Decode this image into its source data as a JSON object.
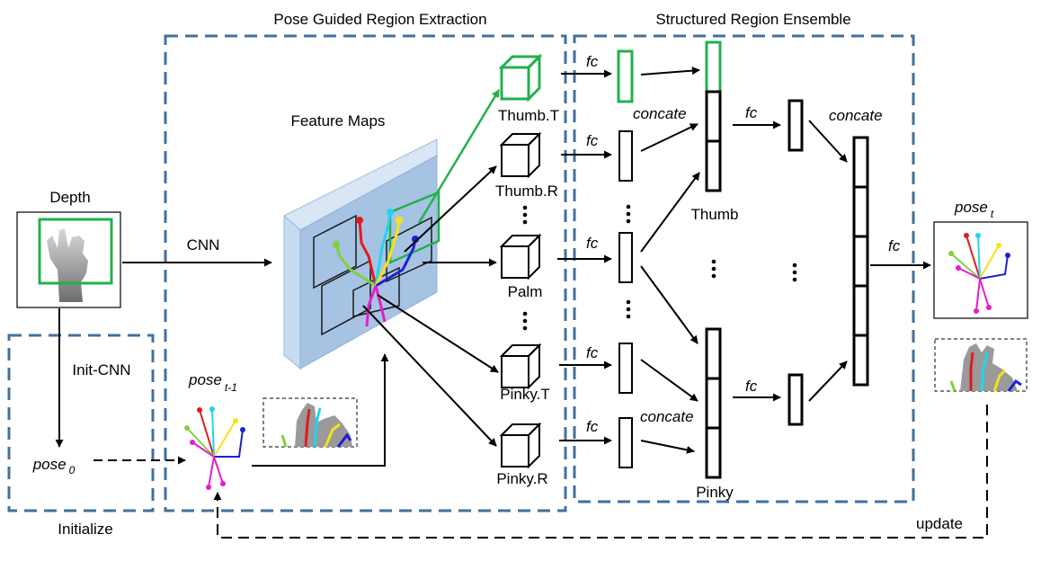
{
  "titles": {
    "left": "Pose Guided Region Extraction",
    "right": "Structured Region Ensemble"
  },
  "input": {
    "depth": "Depth",
    "cnn": "CNN",
    "init_cnn": "Init-CNN",
    "initialize": "Initialize"
  },
  "feature_maps": "Feature Maps",
  "poses": {
    "pose0_main": "pose",
    "pose0_sub": "0",
    "prev_main": "pose",
    "prev_sub": "t-1",
    "out_main": "pose",
    "out_sub": "t"
  },
  "regions": [
    "Thumb.T",
    "Thumb.R",
    "Palm",
    "Pinky.T",
    "Pinky.R"
  ],
  "ops": {
    "fc": "fc",
    "concate": "concate",
    "update": "update"
  },
  "groups": {
    "thumb": "Thumb",
    "pinky": "Pinky"
  },
  "colors": {
    "frame": "#41719c",
    "green": "#22b14c",
    "red": "#e31a1c",
    "cyan": "#22d3ee",
    "yellow": "#f5e31a",
    "blue": "#1f1fd6",
    "magenta": "#e81ccc",
    "lime": "#7fd13b",
    "map_front": "#a6c3e3",
    "map_side": "#c7dbf0",
    "map_top": "#d8e6f5"
  }
}
